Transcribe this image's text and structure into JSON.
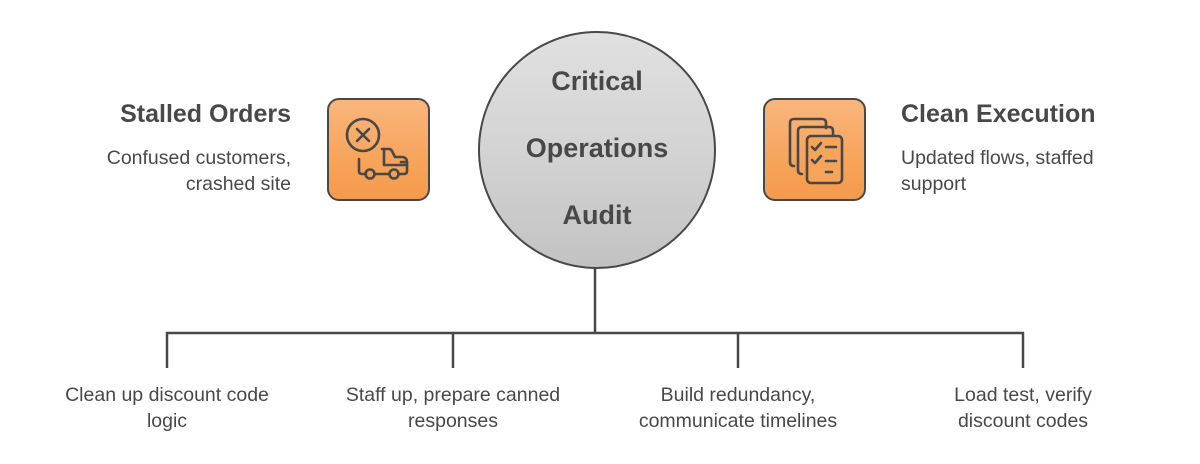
{
  "center": {
    "title_lines": [
      "Critical",
      "Operations",
      "Audit"
    ],
    "fill_color": "#d2d2d2",
    "stroke_color": "#484848"
  },
  "left_node": {
    "title": "Stalled Orders",
    "description_lines": [
      "Confused customers,",
      "crashed site"
    ],
    "icon": "cancelled-delivery-truck-icon",
    "icon_color": "#f7a45b"
  },
  "right_node": {
    "title": "Clean Execution",
    "description_lines": [
      "Updated flows, staffed",
      "support"
    ],
    "icon": "checklist-documents-icon",
    "icon_color": "#f7a45b"
  },
  "branches": [
    {
      "lines": [
        "Clean up discount code",
        "logic"
      ]
    },
    {
      "lines": [
        "Staff up, prepare canned",
        "responses"
      ]
    },
    {
      "lines": [
        "Build redundancy,",
        "communicate timelines"
      ]
    },
    {
      "lines": [
        "Load test, verify",
        "discount codes"
      ]
    }
  ]
}
